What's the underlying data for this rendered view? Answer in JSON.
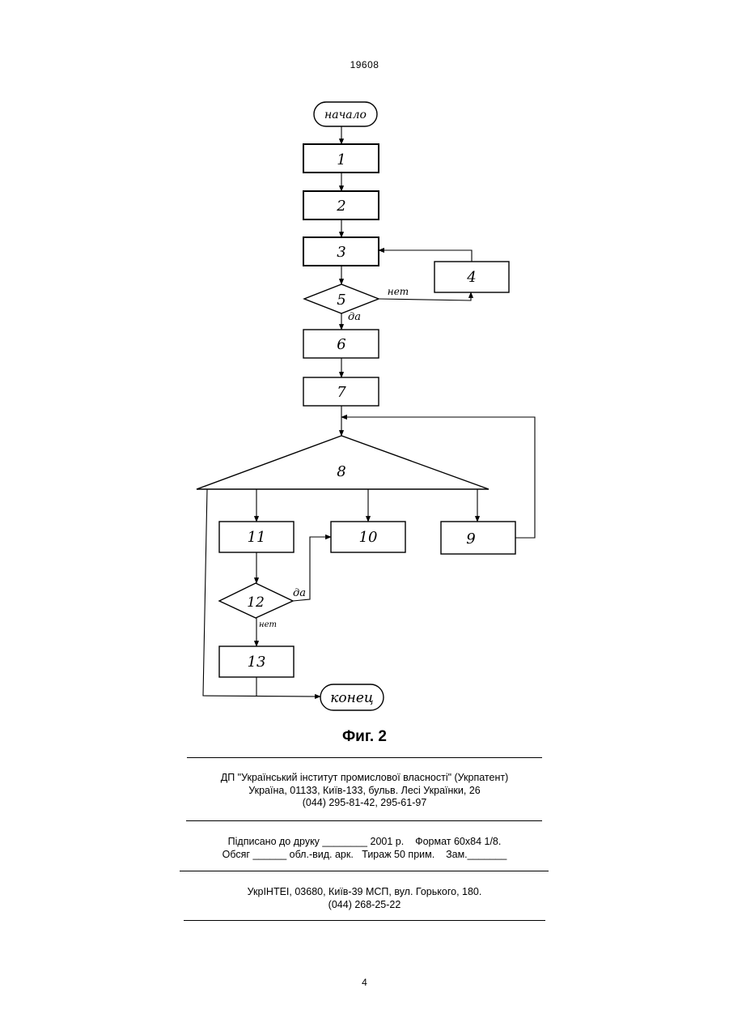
{
  "header": {
    "patent_number": "19608"
  },
  "flowchart": {
    "start_label": "начало",
    "end_label": "конец",
    "blocks": {
      "b1": "1",
      "b2": "2",
      "b3": "3",
      "b4": "4",
      "b5": "5",
      "b6": "6",
      "b7": "7",
      "b8": "8",
      "b9": "9",
      "b10": "10",
      "b11": "11",
      "b12": "12",
      "b13": "13"
    },
    "branch_labels": {
      "b5_no": "нет",
      "b5_yes": "да",
      "b12_yes": "да",
      "b12_no": "нет"
    }
  },
  "figure_caption": "Фиг. 2",
  "publisher": {
    "line1": "ДП \"Український інститут промислової власності\" (Укрпатент)",
    "line2": "Україна, 01133, Київ-133, бульв. Лесі Українки, 26",
    "line3": "(044) 295-81-42, 295-61-97"
  },
  "print_info": {
    "line1": "Підписано до друку ________ 2001 р.    Формат 60х84 1/8.",
    "line2": "Обсяг ______ обл.-вид. арк.   Тираж 50 прим.    Зам._______"
  },
  "printer": {
    "line1": "УкрІНТЕІ, 03680, Київ-39 МСП, вул. Горького, 180.",
    "line2": "(044) 268-25-22"
  },
  "footer": {
    "page_number": "4"
  }
}
